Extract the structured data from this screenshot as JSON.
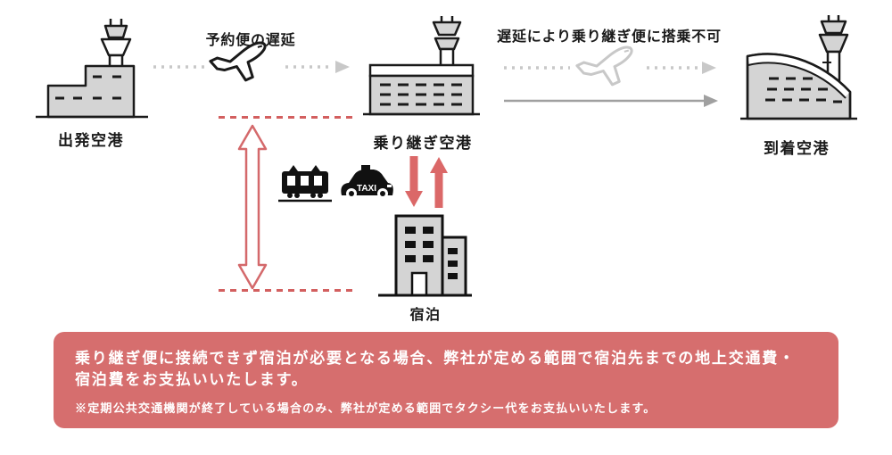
{
  "diagram": {
    "departure_airport": {
      "label": "出発空港"
    },
    "transfer_airport": {
      "label": "乗り継ぎ空港"
    },
    "arrival_airport": {
      "label": "到着空港"
    },
    "hotel": {
      "label": "宿泊"
    },
    "first_leg": {
      "caption": "予約便の遅延"
    },
    "second_leg": {
      "caption": "遅延により乗り継ぎ便に搭乗不可"
    },
    "taxi_sign": "TAXI"
  },
  "notice": {
    "main_text": "乗り継ぎ便に接続できず宿泊が必要となる場合、弊社が定める範囲で宿泊先までの地上交通費・\n宿泊費をお支払いいたします。",
    "note_text": "※定期公共交通機関が終了している場合のみ、弊社が定める範囲でタクシー代をお支払いいたします。"
  },
  "colors": {
    "accent_red": "#d96b6b",
    "notice_background": "#d66e6e",
    "building_fill": "#d4d4d4",
    "outline": "#1a1a1a",
    "gray_solid_arrow": "#a0a0a0",
    "gray_dotted": "#c8c8c8"
  }
}
